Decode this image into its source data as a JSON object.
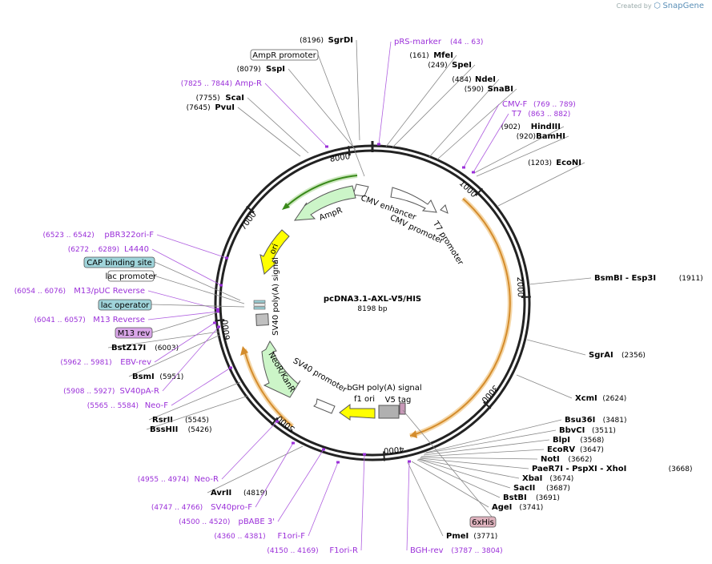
{
  "header": {
    "credit_prefix": "Created by",
    "credit_brand": "SnapGene"
  },
  "plasmid": {
    "name": "pcDNA3.1-AXL-V5/HIS",
    "length_label": "8198 bp",
    "length": 8198
  },
  "ticks": [
    {
      "pos": 1000,
      "label": "1000"
    },
    {
      "pos": 2000,
      "label": "2000"
    },
    {
      "pos": 3000,
      "label": "3000"
    },
    {
      "pos": 4000,
      "label": "4000"
    },
    {
      "pos": 5000,
      "label": "5000"
    },
    {
      "pos": 6000,
      "label": "6000"
    },
    {
      "pos": 7000,
      "label": "7000"
    },
    {
      "pos": 8000,
      "label": "8000"
    }
  ],
  "sites": [
    {
      "name": "SgrDI",
      "pos_label": "(8196)",
      "pos": 8196
    },
    {
      "name": "SspI",
      "pos_label": "(8079)",
      "pos": 8079
    },
    {
      "name": "ScaI",
      "pos_label": "(7755)",
      "pos": 7755
    },
    {
      "name": "PvuI",
      "pos_label": "(7645)",
      "pos": 7645
    },
    {
      "name": "MfeI",
      "pos_label": "(161)",
      "pos": 161
    },
    {
      "name": "SpeI",
      "pos_label": "(249)",
      "pos": 249
    },
    {
      "name": "NdeI",
      "pos_label": "(484)",
      "pos": 484
    },
    {
      "name": "SnaBI",
      "pos_label": "(590)",
      "pos": 590
    },
    {
      "name": "HindIII",
      "pos_label": "(902)",
      "pos": 902
    },
    {
      "name": "BamHI",
      "pos_label": "(920)",
      "pos": 920
    },
    {
      "name": "EcoNI",
      "pos_label": "(1203)",
      "pos": 1203
    },
    {
      "name": "BsmBI   - Esp3I",
      "pos_label": "(1911)",
      "pos": 1911
    },
    {
      "name": "SgrAI",
      "pos_label": "(2356)",
      "pos": 2356
    },
    {
      "name": "XcmI",
      "pos_label": "(2624)",
      "pos": 2624
    },
    {
      "name": "Bsu36I",
      "pos_label": "(3481)",
      "pos": 3481
    },
    {
      "name": "BbvCI",
      "pos_label": "(3511)",
      "pos": 3511
    },
    {
      "name": "BlpI",
      "pos_label": "(3568)",
      "pos": 3568
    },
    {
      "name": "EcoRV",
      "pos_label": "(3647)",
      "pos": 3647
    },
    {
      "name": "NotI",
      "pos_label": "(3662)",
      "pos": 3662
    },
    {
      "name": "PaeR7I   - PspXI   - XhoI",
      "pos_label": "(3668)",
      "pos": 3668
    },
    {
      "name": "XbaI",
      "pos_label": "(3674)",
      "pos": 3674
    },
    {
      "name": "SacII",
      "pos_label": "(3687)",
      "pos": 3687
    },
    {
      "name": "BstBI",
      "pos_label": "(3691)",
      "pos": 3691
    },
    {
      "name": "AgeI",
      "pos_label": "(3741)",
      "pos": 3741
    },
    {
      "name": "PmeI",
      "pos_label": "(3771)",
      "pos": 3771
    },
    {
      "name": "AvrII",
      "pos_label": "(4819)",
      "pos": 4819
    },
    {
      "name": "RsrII",
      "pos_label": "(5545)",
      "pos": 5545
    },
    {
      "name": "BssHII",
      "pos_label": "(5426)",
      "pos": 5426
    },
    {
      "name": "BstZ17I",
      "pos_label": "(6003)",
      "pos": 6003
    },
    {
      "name": "BsmI",
      "pos_label": "(5951)",
      "pos": 5951
    }
  ],
  "primers": [
    {
      "name": "pRS-marker",
      "range": "(44 .. 63)",
      "start": 44
    },
    {
      "name": "Amp-R",
      "range": "(7825 .. 7844)",
      "start": 7825
    },
    {
      "name": "CMV-F",
      "range": "(769 .. 789)",
      "start": 769
    },
    {
      "name": "T7",
      "range": "(863 .. 882)",
      "start": 863
    },
    {
      "name": "pBR322ori-F",
      "range": "(6523 .. 6542)",
      "start": 6523
    },
    {
      "name": "L4440",
      "range": "(6272 .. 6289)",
      "start": 6272
    },
    {
      "name": "M13/pUC Reverse",
      "range": "(6054 .. 6076)",
      "start": 6054
    },
    {
      "name": "M13 Reverse",
      "range": "(6041 .. 6057)",
      "start": 6041
    },
    {
      "name": "EBV-rev",
      "range": "(5962 .. 5981)",
      "start": 5962
    },
    {
      "name": "SV40pA-R",
      "range": "(5908 .. 5927)",
      "start": 5908
    },
    {
      "name": "Neo-F",
      "range": "(5565 .. 5584)",
      "start": 5565
    },
    {
      "name": "Neo-R",
      "range": "(4955 .. 4974)",
      "start": 4955
    },
    {
      "name": "SV40pro-F",
      "range": "(4747 .. 4766)",
      "start": 4747
    },
    {
      "name": "pBABE 3'",
      "range": "(4500 .. 4520)",
      "start": 4500
    },
    {
      "name": "F1ori-F",
      "range": "(4360 .. 4381)",
      "start": 4360
    },
    {
      "name": "F1ori-R",
      "range": "(4150 .. 4169)",
      "start": 4150
    },
    {
      "name": "BGH-rev",
      "range": "(3787 .. 3804)",
      "start": 3787
    }
  ],
  "boxed_labels": [
    {
      "name": "AmpR promoter",
      "kind": "promoter",
      "color": "#ffffff"
    },
    {
      "name": "CAP binding site",
      "kind": "protein_bind",
      "color": "#9fd4da"
    },
    {
      "name": "lac promoter",
      "kind": "promoter",
      "color": "#ffffff"
    },
    {
      "name": "lac operator",
      "kind": "protein_bind",
      "color": "#9fd4da"
    },
    {
      "name": "M13 rev",
      "kind": "primer_bind",
      "color": "#d9a6e8"
    },
    {
      "name": "6xHis",
      "kind": "tag",
      "color": "#e0b4bf"
    }
  ],
  "features": [
    {
      "name": "CMV enhancer",
      "color": "#ffffff"
    },
    {
      "name": "CMV promoter",
      "color": "#ffffff"
    },
    {
      "name": "T7 promoter",
      "color": "#ffffff"
    },
    {
      "name": "AmpR",
      "color": "#ccf5c8"
    },
    {
      "name": "ori",
      "color": "#ffff00"
    },
    {
      "name": "SV40 poly(A) signal",
      "color": "#c0c0c0"
    },
    {
      "name": "NeoR/KanR",
      "color": "#ccf5c8"
    },
    {
      "name": "SV40 promoter",
      "color": "#ffffff"
    },
    {
      "name": "f1 ori",
      "color": "#ffff00"
    },
    {
      "name": "bGH poly(A) signal",
      "color": "#b0b0b0"
    },
    {
      "name": "V5 tag",
      "color": "#c898b8"
    }
  ],
  "colors": {
    "primer": "#9b30d9",
    "ring": "#222222",
    "orf_orange": "#d48c2c",
    "orf_green": "#3a8a1a"
  }
}
